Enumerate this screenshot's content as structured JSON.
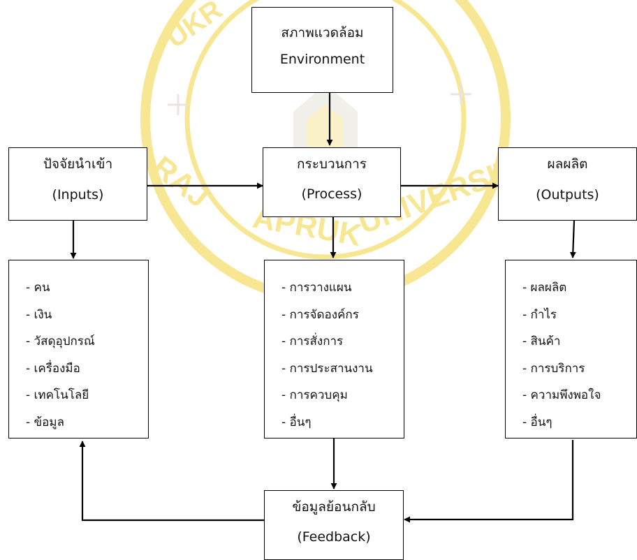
{
  "diagram": {
    "environment": {
      "th": "สภาพแวดล้อม",
      "en": "Environment"
    },
    "inputs": {
      "th": "ปัจจัยนำเข้า",
      "en": "(Inputs)"
    },
    "process": {
      "th": "กระบวนการ",
      "en": "(Process)"
    },
    "outputs": {
      "th": "ผลผลิต",
      "en": "(Outputs)"
    },
    "feedback": {
      "th": "ข้อมูลย้อนกลับ",
      "en": "(Feedback)"
    },
    "inputs_list": [
      "คน",
      "เงิน",
      "วัสดุอุปกรณ์",
      "เครื่องมือ",
      "เทคโนโลยี",
      "ข้อมูล"
    ],
    "process_list": [
      "การวางแผน",
      "การจัดองค์กร",
      "การสั่งการ",
      "การประสานงาน",
      "การควบคุม",
      "อื่นๆ"
    ],
    "outputs_list": [
      "ผลผลิต",
      "กำไร",
      "สินค้า",
      "การบริการ",
      "ความพึงพอใจ",
      "อื่นๆ"
    ]
  },
  "watermark": {
    "text": "RAJAPRUK UNIVERSITY",
    "color": "#f2d23a"
  }
}
